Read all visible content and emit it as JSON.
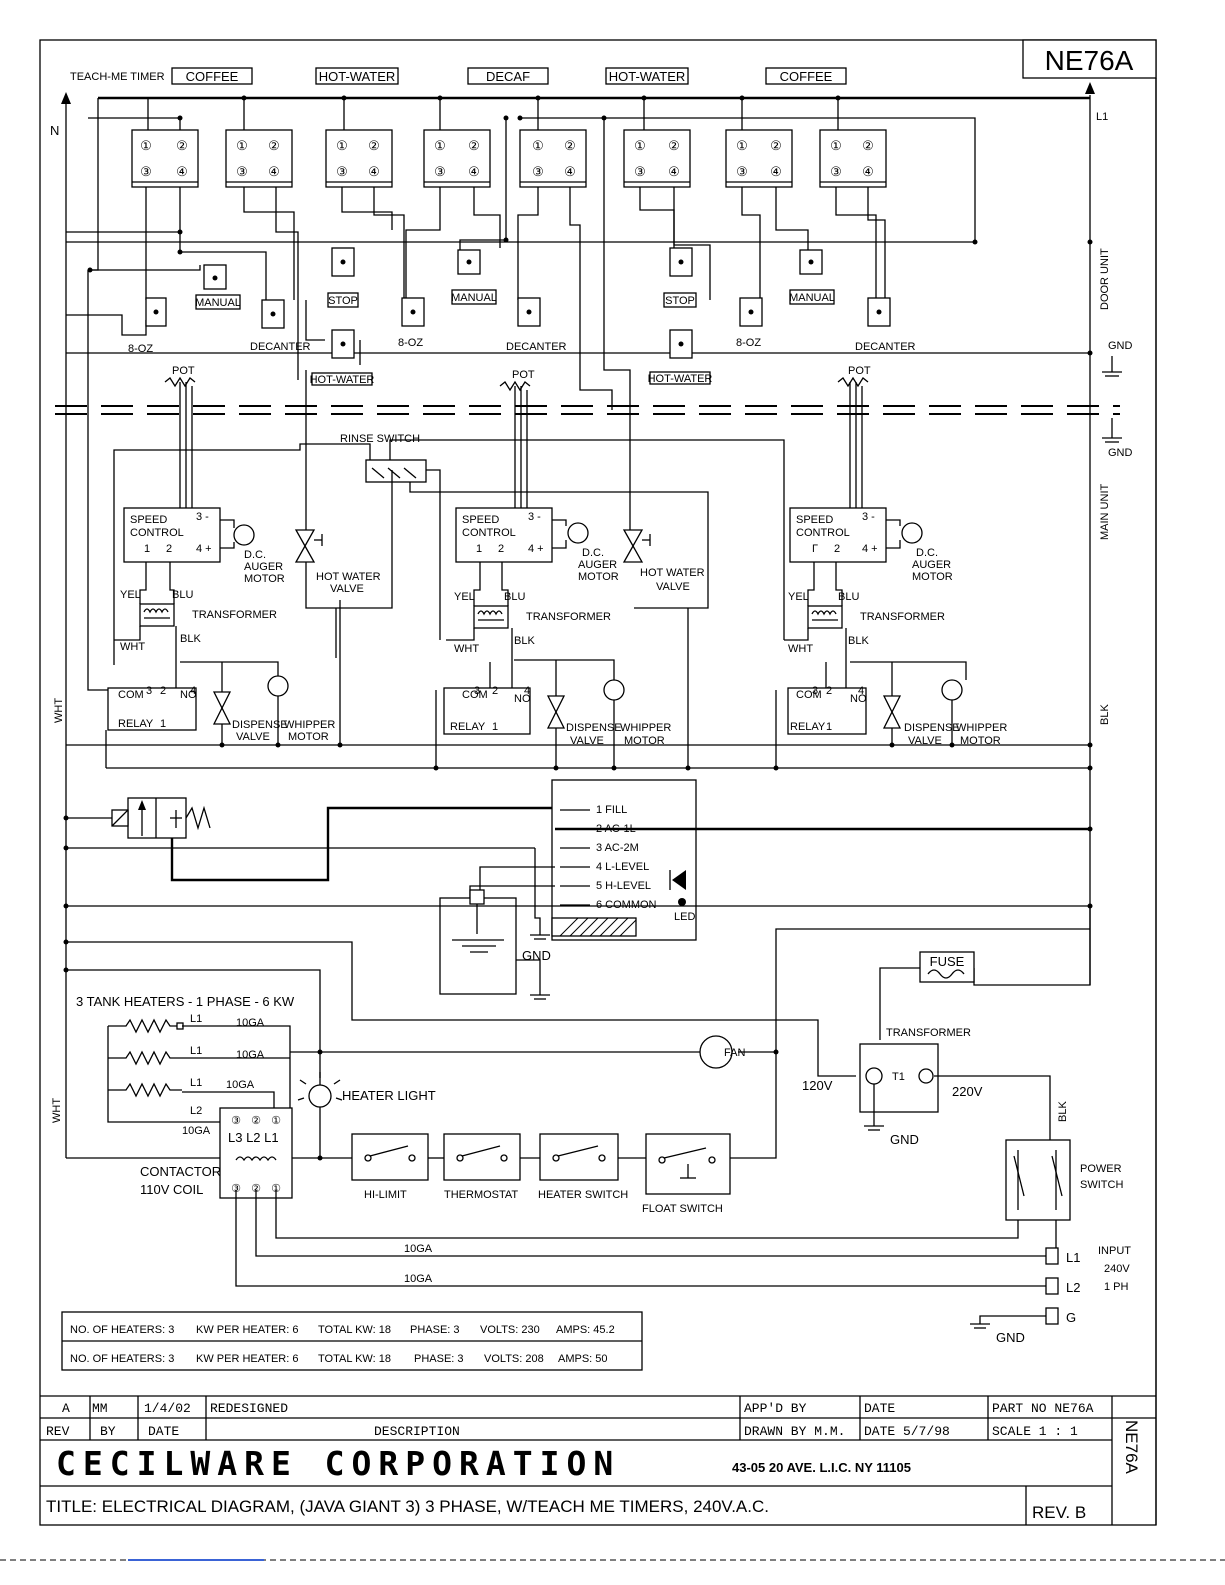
{
  "drawing_number": "NE76A",
  "top_timers": {
    "teach_me_label": "TEACH-ME TIMER",
    "boxes": [
      "COFFEE",
      "HOT-WATER",
      "DECAF",
      "HOT-WATER",
      "COFFEE"
    ]
  },
  "timer_terminals": [
    "①",
    "②",
    "③",
    "④"
  ],
  "rails": {
    "neutral": "N",
    "line": "L1",
    "door_unit": "DOOR UNIT",
    "main_unit": "MAIN UNIT",
    "gnd": "GND",
    "wht": "WHT",
    "blk": "BLK"
  },
  "switch_labels": {
    "eight_oz": "8-OZ",
    "manual": "MANUAL",
    "decanter": "DECANTER",
    "stop": "STOP",
    "hot_water": "HOT-WATER",
    "pot": "POT",
    "rinse_switch": "RINSE SWITCH"
  },
  "main_unit": {
    "speed_control": [
      "SPEED",
      "CONTROL"
    ],
    "speed_terms": {
      "t3": "3 -",
      "t4": "4 +",
      "t1": "1",
      "t2": "2",
      "gamma": "Γ"
    },
    "auger": [
      "D.C.",
      "AUGER",
      "MOTOR"
    ],
    "hot_water_valve": [
      "HOT WATER",
      "VALVE"
    ],
    "transformer": "TRANSFORMER",
    "wire_colors": {
      "yel": "YEL",
      "blu": "BLU",
      "wht": "WHT",
      "blk": "BLK"
    },
    "relay": {
      "com": "COM",
      "no": "NO",
      "name": "RELAY",
      "t3": "3",
      "t2": "2",
      "t4": "4",
      "t1": "1"
    },
    "dispense_valve": [
      "DISPENSE",
      "VALVE"
    ],
    "whipper_motor": [
      "WHIPPER",
      "MOTOR"
    ]
  },
  "level_control": {
    "terminals": [
      "1 FILL",
      "2 AC-1L",
      "3 AC-2M",
      "4 L-LEVEL",
      "5 H-LEVEL",
      "6 COMMON"
    ],
    "led": "LED",
    "gnd": "GND"
  },
  "heaters": {
    "title": "3 TANK HEATERS - 1 PHASE - 6 KW",
    "lines": [
      {
        "phase": "L1",
        "gauge": "10GA"
      },
      {
        "phase": "L1",
        "gauge": "10GA"
      },
      {
        "phase": "L1",
        "gauge": "10GA"
      }
    ],
    "l2": "L2",
    "l2_gauge": "10GA",
    "heater_light": "HEATER LIGHT",
    "contactor": [
      "CONTACTOR",
      "110V COIL"
    ],
    "contactor_terms": [
      "③",
      "②",
      "①"
    ],
    "contactor_phases": "L3 L2 L1",
    "fan": "FAN"
  },
  "control_switches": [
    "HI-LIMIT",
    "THERMOSTAT",
    "HEATER SWITCH",
    "FLOAT SWITCH"
  ],
  "power": {
    "fuse": "FUSE",
    "transformer": "TRANSFORMER",
    "t1": "T1",
    "v120": "120V",
    "v220": "220V",
    "gnd": "GND",
    "blk": "BLK",
    "power_switch": [
      "POWER",
      "SWITCH"
    ],
    "wire_gauge": "10GA",
    "input_terms": [
      "L1",
      "L2",
      "G"
    ],
    "input_label": [
      "INPUT",
      "240V",
      "1 PH"
    ]
  },
  "specs": [
    {
      "heaters": "NO. OF HEATERS: 3",
      "kw": "KW PER HEATER: 6",
      "total": "TOTAL KW: 18",
      "phase": "PHASE: 3",
      "volts": "VOLTS: 230",
      "amps": "AMPS: 45.2"
    },
    {
      "heaters": "NO. OF HEATERS: 3",
      "kw": "KW PER HEATER: 6",
      "total": "TOTAL KW: 18",
      "phase": "PHASE: 3",
      "volts": "VOLTS: 208",
      "amps": "AMPS: 50"
    }
  ],
  "title_block": {
    "rev_row": {
      "rev": "A",
      "by": "MM",
      "date": "1/4/02",
      "desc": "REDESIGNED"
    },
    "headers": {
      "rev": "REV",
      "by": "BY",
      "date": "DATE",
      "desc": "DESCRIPTION"
    },
    "appd_by": "APP'D BY",
    "date_label": "DATE",
    "part_no": "PART NO NE76A",
    "drawn_by": "DRAWN BY M.M.",
    "drawn_date": "DATE 5/7/98",
    "scale": "SCALE 1 : 1",
    "company": "CECILWARE CORPORATION",
    "address": "43-05 20 AVE. L.I.C. NY 11105",
    "title": "TITLE: ELECTRICAL DIAGRAM, (JAVA GIANT 3) 3 PHASE, W/TEACH ME TIMERS, 240V.A.C.",
    "rev_final": "REV. B",
    "side_code": "NE76A"
  }
}
